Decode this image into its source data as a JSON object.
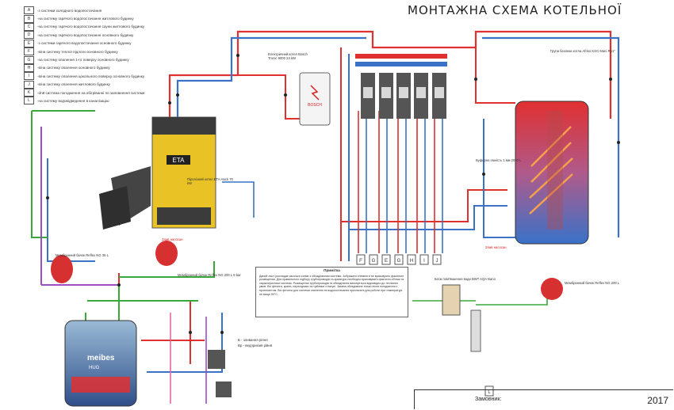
{
  "title": "МОНТАЖНА СХЕМА КОТЕЛЬНОЇ",
  "legend": [
    {
      "key": "A",
      "text": "-з системи холодного водопостачання"
    },
    {
      "key": "B",
      "text": "-на систему гарячого водопостачання житлового будинку"
    },
    {
      "key": "C",
      "text": "-на систему гарячого водопостачання сауни житлового будинку"
    },
    {
      "key": "D",
      "text": "-на систему гарячого водопостачання основного будинку"
    },
    {
      "key": "E",
      "text": "-з системи гарячого водопостачання основного будинку"
    },
    {
      "key": "F",
      "text": "-в/на систему теплої підлоги основного будинку"
    },
    {
      "key": "G",
      "text": "-на систему опалення 1-го поверху основного будинку"
    },
    {
      "key": "H",
      "text": "-в/на систему опалення основного будинку"
    },
    {
      "key": "I",
      "text": "-в/на систему опалення цокольного поверху основного будинку"
    },
    {
      "key": "J",
      "text": "-в/на систему опалення житлового будинку"
    },
    {
      "key": "K",
      "text": "-dn8 система погодження на обігріванні по заповнення системи"
    },
    {
      "key": "L",
      "text": "-на систему водовідведення в каналізацію"
    }
  ],
  "components": {
    "boiler_left": "Піролізний котел ETA Hack 70 kW",
    "boiler_brand": "ETA",
    "electric_boiler_brand": "BOSCH",
    "electric_boiler": "Електричний котел Bosch Tronic 9000 24 kW",
    "buffer_tank": "Буферна ємність 1 мм 2000 L",
    "dhw_tank_brand": "meibes",
    "dhw_tank_sub": "HUG",
    "expansion_vessel_1": "Мембранний бачок Reflex NG 35 L",
    "expansion_vessel_2": "Мембранний бачок Reflex NG 200 L",
    "expansion_vessel_3": "Мембранний бачок Reflex NG 200 L 8 bar",
    "mixing_group": "Група безпеки котла Afriso KSG Mani Rp1\"",
    "filter": "Блок пом'якшення води BWT AQA Nano"
  },
  "group_letters": [
    "F",
    "G",
    "E",
    "G",
    "H",
    "I",
    "J",
    "L"
  ],
  "red_labels": [
    "Злив насосан",
    "Злив насосан"
  ],
  "notes": {
    "heading": "Примітка",
    "body": "Даний лист розглядає загальні схеми з обладнанням системи. Зображені елементи не враховують фактичне розміщення. Для правильного підбору трубопроводів та арматури необхідно враховувати фактичні об'єми та характеристики системи. Розміщення трубопроводів та обладнання виконується відповідно до технічних умов. Всі фітинги, крани, перехідники та трійники з латуні. Заміна обладнання тільки після погодження з проектантом. Всі фітинги для системи опалення та водопостачання призначені для роботи при температурі не вище 90°С."
  },
  "footnote": {
    "line1": "Б - зливання ріння",
    "line2": "Вр - ведприємя рівня"
  },
  "stamp": {
    "client": "Замовник:",
    "year": "2017"
  },
  "colors": {
    "hot": "#e03030",
    "cold": "#3a72c8",
    "return": "#7aa0e0",
    "green": "#3aa838",
    "purple": "#9b4fc0",
    "yellow": "#e9c226",
    "pink": "#e46aa0"
  }
}
